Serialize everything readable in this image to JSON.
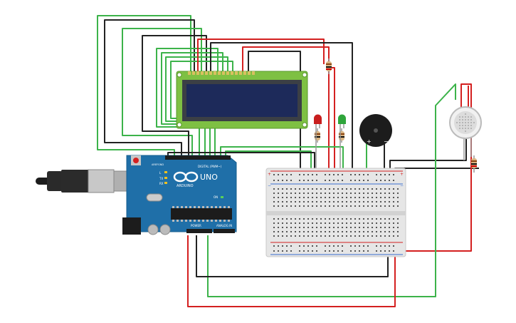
{
  "board": {
    "name": "UNO",
    "brand": "ARDUINO",
    "digital_label": "DIGITAL (PWM~)",
    "power_label": "POWER",
    "analog_label": "ANALOG IN",
    "tx_label": "TX",
    "rx_label": "RX",
    "l_label": "L",
    "on_label": "ON",
    "aref_label": "AREF",
    "gnd_label": "GND"
  },
  "buzzer": {
    "plus": "+",
    "minus": "−"
  },
  "breadboard": {
    "plus": "+",
    "minus": "−"
  },
  "colors": {
    "wire_black": "#222222",
    "wire_red": "#d42020",
    "wire_green": "#3cb34a",
    "board_blue": "#1f6fa8",
    "lcd_green": "#7ec043",
    "lcd_screen": "#1d2a5a",
    "breadboard": "#e6e6e6",
    "led_red": "#c81e1e",
    "led_green": "#2fa53b"
  }
}
